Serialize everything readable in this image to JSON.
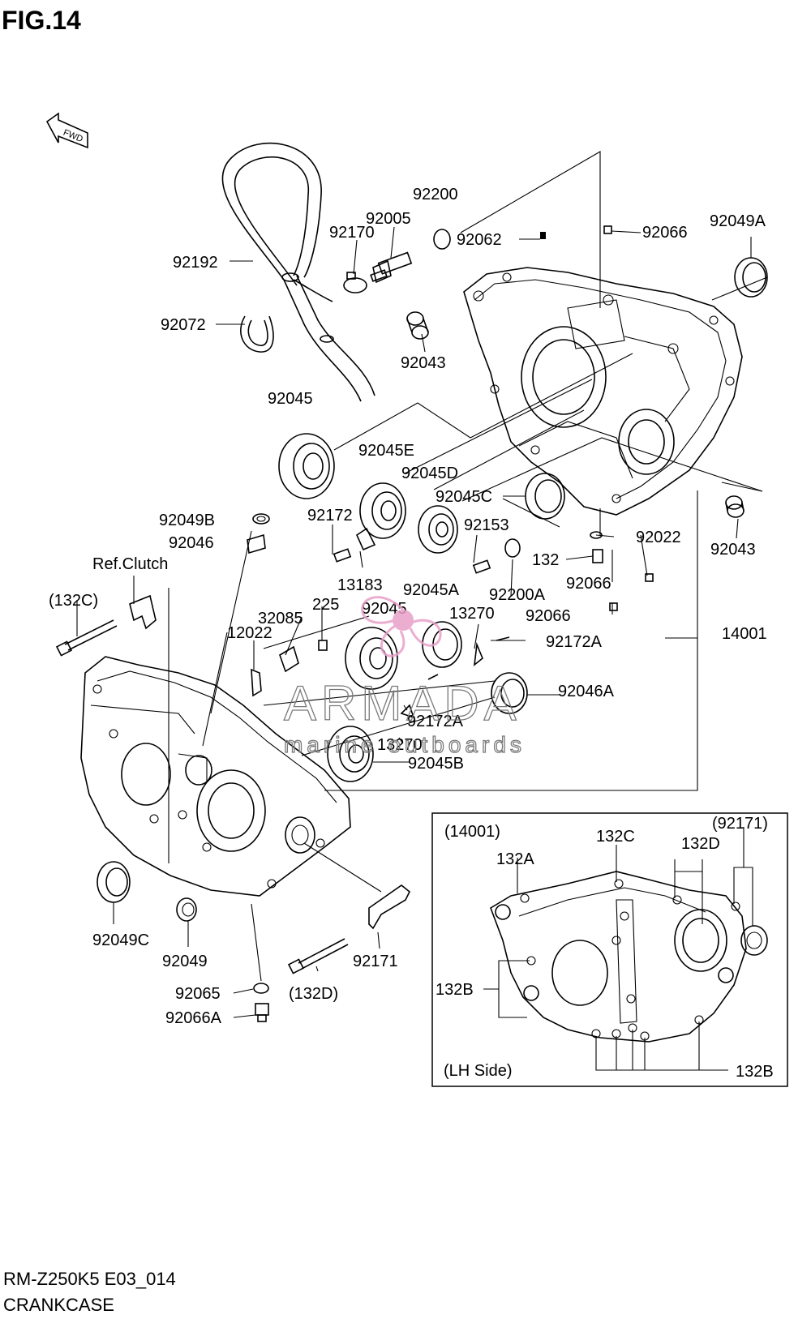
{
  "figure_title": "FIG.14",
  "fwd_label": "FWD",
  "model_code": "RM-Z250K5 E03_014",
  "section_name": "CRANKCASE",
  "watermark": {
    "brand": "ARMADA",
    "tagline": "marine outboards",
    "color": "#e8a0c8"
  },
  "labels": {
    "p92200": "92200",
    "p92005": "92005",
    "p92170": "92170",
    "p92062": "92062",
    "p92066_top": "92066",
    "p92049A": "92049A",
    "p92192": "92192",
    "p92072": "92072",
    "p92043_top": "92043",
    "p92045_top": "92045",
    "p92045E": "92045E",
    "p92045D": "92045D",
    "p92045C": "92045C",
    "p92043_right": "92043",
    "p92049B": "92049B",
    "p92172": "92172",
    "p92153": "92153",
    "p92022": "92022",
    "p92046": "92046",
    "p132": "132",
    "ref_clutch": "Ref.Clutch",
    "p13183": "13183",
    "p92200A": "92200A",
    "p92066_mid": "92066",
    "p132C_paren": "(132C)",
    "p92045A": "92045A",
    "p32085": "32085",
    "p225": "225",
    "p92045_mid": "92045",
    "p13270_top": "13270",
    "p92066_low": "92066",
    "p14001": "14001",
    "p12022": "12022",
    "p92172A_top": "92172A",
    "p92046A": "92046A",
    "p92172A_low": "92172A",
    "p13270_low": "13270",
    "p92045B": "92045B",
    "p92049C": "92049C",
    "p92049": "92049",
    "p92171": "92171",
    "p92065": "92065",
    "p132D_paren": "(132D)",
    "p92066A": "92066A"
  },
  "inset": {
    "ref": "(14001)",
    "ref_92171": "(92171)",
    "side": "(LH Side)",
    "l132C": "132C",
    "l132D": "132D",
    "l132A": "132A",
    "l132B_left": "132B",
    "l132B_bottom": "132B"
  }
}
